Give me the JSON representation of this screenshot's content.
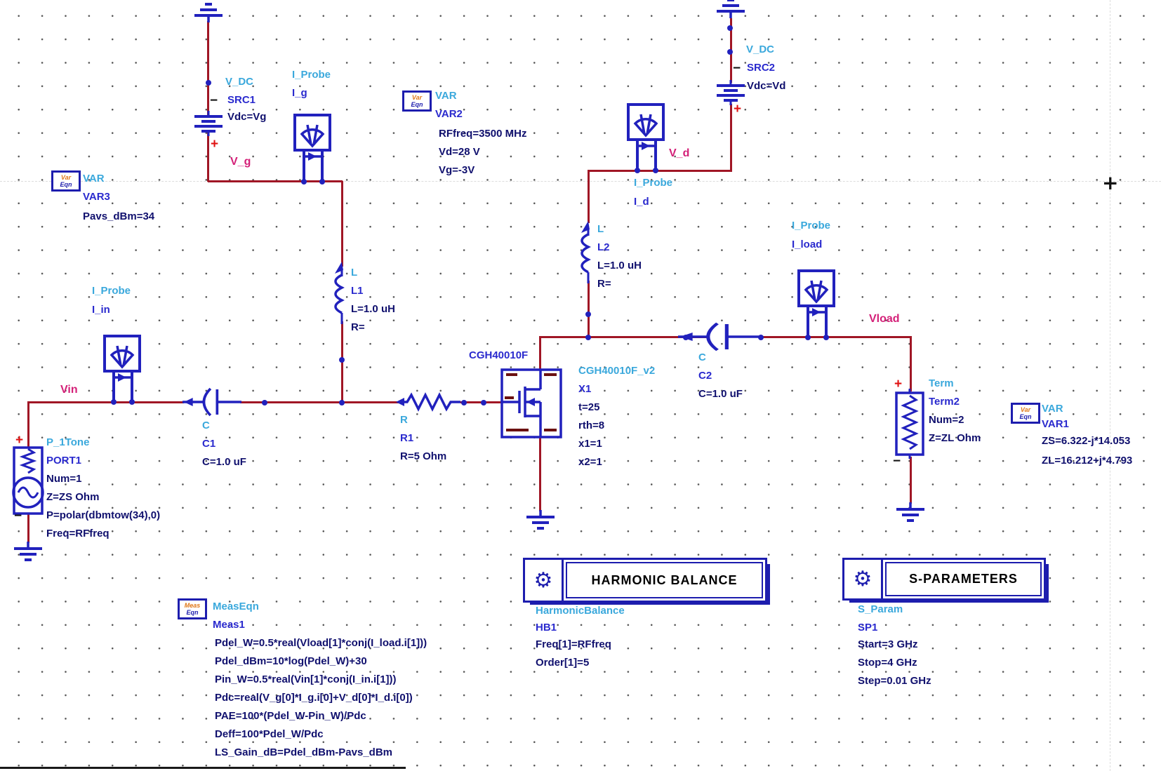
{
  "schematic": {
    "sym": {
      "plus": "+",
      "minus": "−"
    },
    "nets": {
      "vg": "V_g",
      "vin": "Vin",
      "vd": "V_d",
      "vload": "Vload"
    },
    "icons": {
      "var_top": "Var",
      "var_bot": "Eqn",
      "meas_top": "Meas",
      "meas_bot": "Eqn",
      "gear": "⚙"
    },
    "src1": {
      "type": "V_DC",
      "name": "SRC1",
      "p1": "Vdc=Vg"
    },
    "src2": {
      "type": "V_DC",
      "name": "SRC2",
      "p1": "Vdc=Vd"
    },
    "ipg": {
      "type": "I_Probe",
      "name": "I_g"
    },
    "ipin": {
      "type": "I_Probe",
      "name": "I_in"
    },
    "ipd": {
      "type": "I_Probe",
      "name": "I_d"
    },
    "ipload": {
      "type": "I_Probe",
      "name": "I_load"
    },
    "var2": {
      "type": "VAR",
      "name": "VAR2",
      "lines": [
        "RFfreq=3500 MHz",
        "Vd=28 V",
        "Vg=-3V"
      ]
    },
    "var3": {
      "type": "VAR",
      "name": "VAR3",
      "lines": [
        "Pavs_dBm=34"
      ]
    },
    "var1": {
      "type": "VAR",
      "name": "VAR1",
      "lines": [
        "ZS=6.322-j*14.053",
        "ZL=16.212+j*4.793"
      ]
    },
    "port1": {
      "type": "P_1Tone",
      "name": "PORT1",
      "lines": [
        "Num=1",
        "Z=ZS Ohm",
        "P=polar(dbmtow(34),0)",
        "Freq=RFfreq"
      ]
    },
    "c1": {
      "type": "C",
      "name": "C1",
      "lines": [
        "C=1.0 uF"
      ]
    },
    "c2": {
      "type": "C",
      "name": "C2",
      "lines": [
        "C=1.0 uF"
      ]
    },
    "l1": {
      "type": "L",
      "name": "L1",
      "lines": [
        "L=1.0 uH",
        "R="
      ]
    },
    "l2": {
      "type": "L",
      "name": "L2",
      "lines": [
        "L=1.0 uH",
        "R="
      ]
    },
    "r1": {
      "type": "R",
      "name": "R1",
      "lines": [
        "R=5 Ohm"
      ]
    },
    "fet": {
      "title": "CGH40010F",
      "type": "CGH40010F_v2",
      "name": "X1",
      "lines": [
        "t=25",
        "rth=8",
        "x1=1",
        "x2=1"
      ]
    },
    "term2": {
      "type": "Term",
      "name": "Term2",
      "lines": [
        "Num=2",
        "Z=ZL Ohm"
      ]
    },
    "hb": {
      "title": "HARMONIC BALANCE",
      "type": "HarmonicBalance",
      "name": "HB1",
      "lines": [
        "Freq[1]=RFfreq",
        "Order[1]=5"
      ]
    },
    "sp": {
      "title": "S-PARAMETERS",
      "type": "S_Param",
      "name": "SP1",
      "lines": [
        "Start=3 GHz",
        "Stop=4 GHz",
        "Step=0.01 GHz"
      ]
    },
    "meas": {
      "type": "MeasEqn",
      "name": "Meas1",
      "lines": [
        "Pdel_W=0.5*real(Vload[1]*conj(I_load.i[1]))",
        "Pdel_dBm=10*log(Pdel_W)+30",
        "Pin_W=0.5*real(Vin[1]*conj(I_in.i[1]))",
        "Pdc=real(V_g[0]*I_g.i[0]+V_d[0]*I_d.i[0])",
        "PAE=100*(Pdel_W-Pin_W)/Pdc",
        "Deff=100*Pdel_W/Pdc",
        "LS_Gain_dB=Pdel_dBm-Pavs_dBm"
      ]
    }
  }
}
